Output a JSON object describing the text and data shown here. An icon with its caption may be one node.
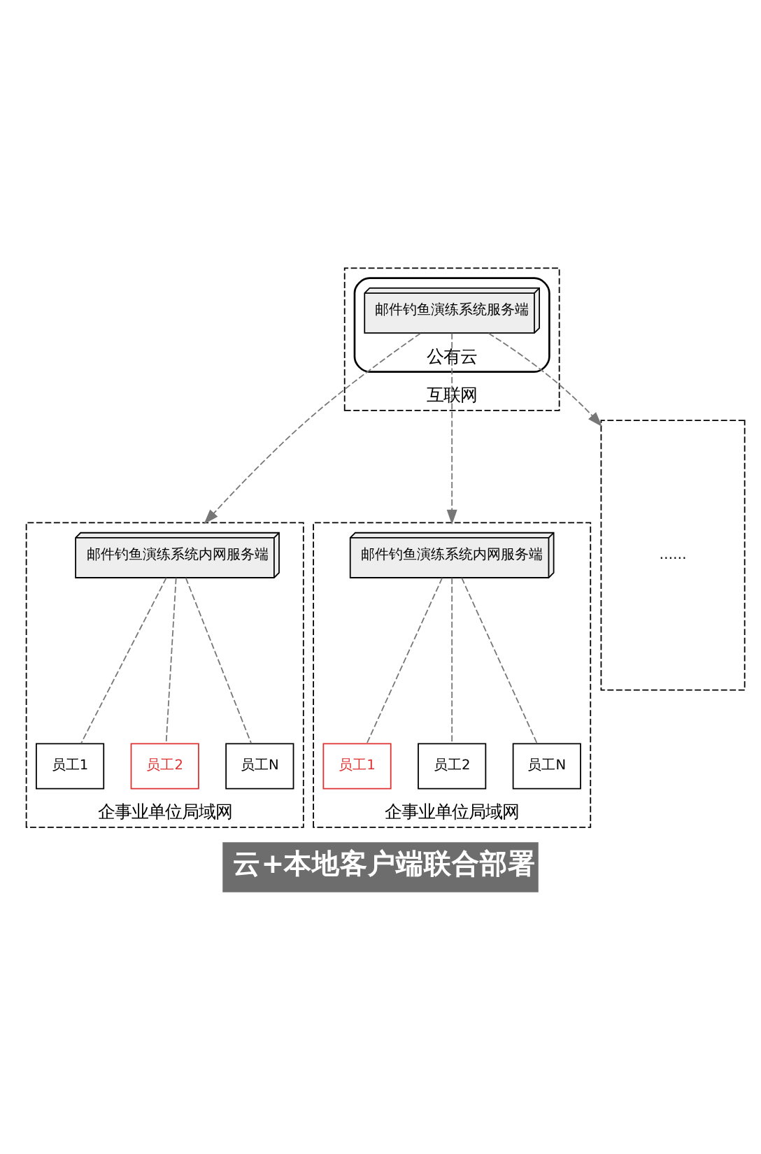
{
  "diagram": {
    "caption": "云+本地客户端联合部署",
    "nodes": [
      {
        "text": [
          "互联网"
        ]
      },
      {
        "text": [
          "公有云"
        ],
        "in": 0
      },
      {
        "text": [
          "邮件钓鱼演练系统服务端"
        ],
        "in": 1
      },
      {
        "text": [
          "企事业单位局域网"
        ]
      },
      {
        "text": [
          "邮件钓鱼演练系统内网服务端"
        ],
        "in": 3
      },
      {
        "text": [
          "员工1"
        ],
        "in": 3
      },
      {
        "text": [
          "员工2"
        ],
        "in": 3
      },
      {
        "text": [
          "员工N"
        ],
        "in": 3
      },
      {
        "text": [
          "企事业单位局域网"
        ]
      },
      {
        "text": [
          "邮件钓鱼演练系统内网服务端"
        ],
        "in": 8
      },
      {
        "text": [
          "员工1"
        ],
        "in": 8
      },
      {
        "text": [
          "员工2"
        ],
        "in": 8
      },
      {
        "text": [
          "员工N"
        ],
        "in": 8
      },
      {
        "text": [
          "……"
        ]
      }
    ],
    "edges": [
      {
        "from": 2,
        "to": 3,
        "arrow": "to",
        "style": "dashed"
      },
      {
        "from": 2,
        "to": 8,
        "arrow": "to",
        "style": "dashed"
      },
      {
        "from": 2,
        "to": 13,
        "arrow": "to",
        "style": "dashed"
      },
      {
        "from": 4,
        "to": 5,
        "arrow": "none",
        "style": "dashed"
      },
      {
        "from": 4,
        "to": 6,
        "arrow": "none",
        "style": "dashed"
      },
      {
        "from": 4,
        "to": 7,
        "arrow": "none",
        "style": "dashed"
      },
      {
        "from": 9,
        "to": 10,
        "arrow": "none",
        "style": "dashed"
      },
      {
        "from": 9,
        "to": 11,
        "arrow": "none",
        "style": "dashed"
      },
      {
        "from": 9,
        "to": 12,
        "arrow": "none",
        "style": "dashed"
      }
    ]
  }
}
